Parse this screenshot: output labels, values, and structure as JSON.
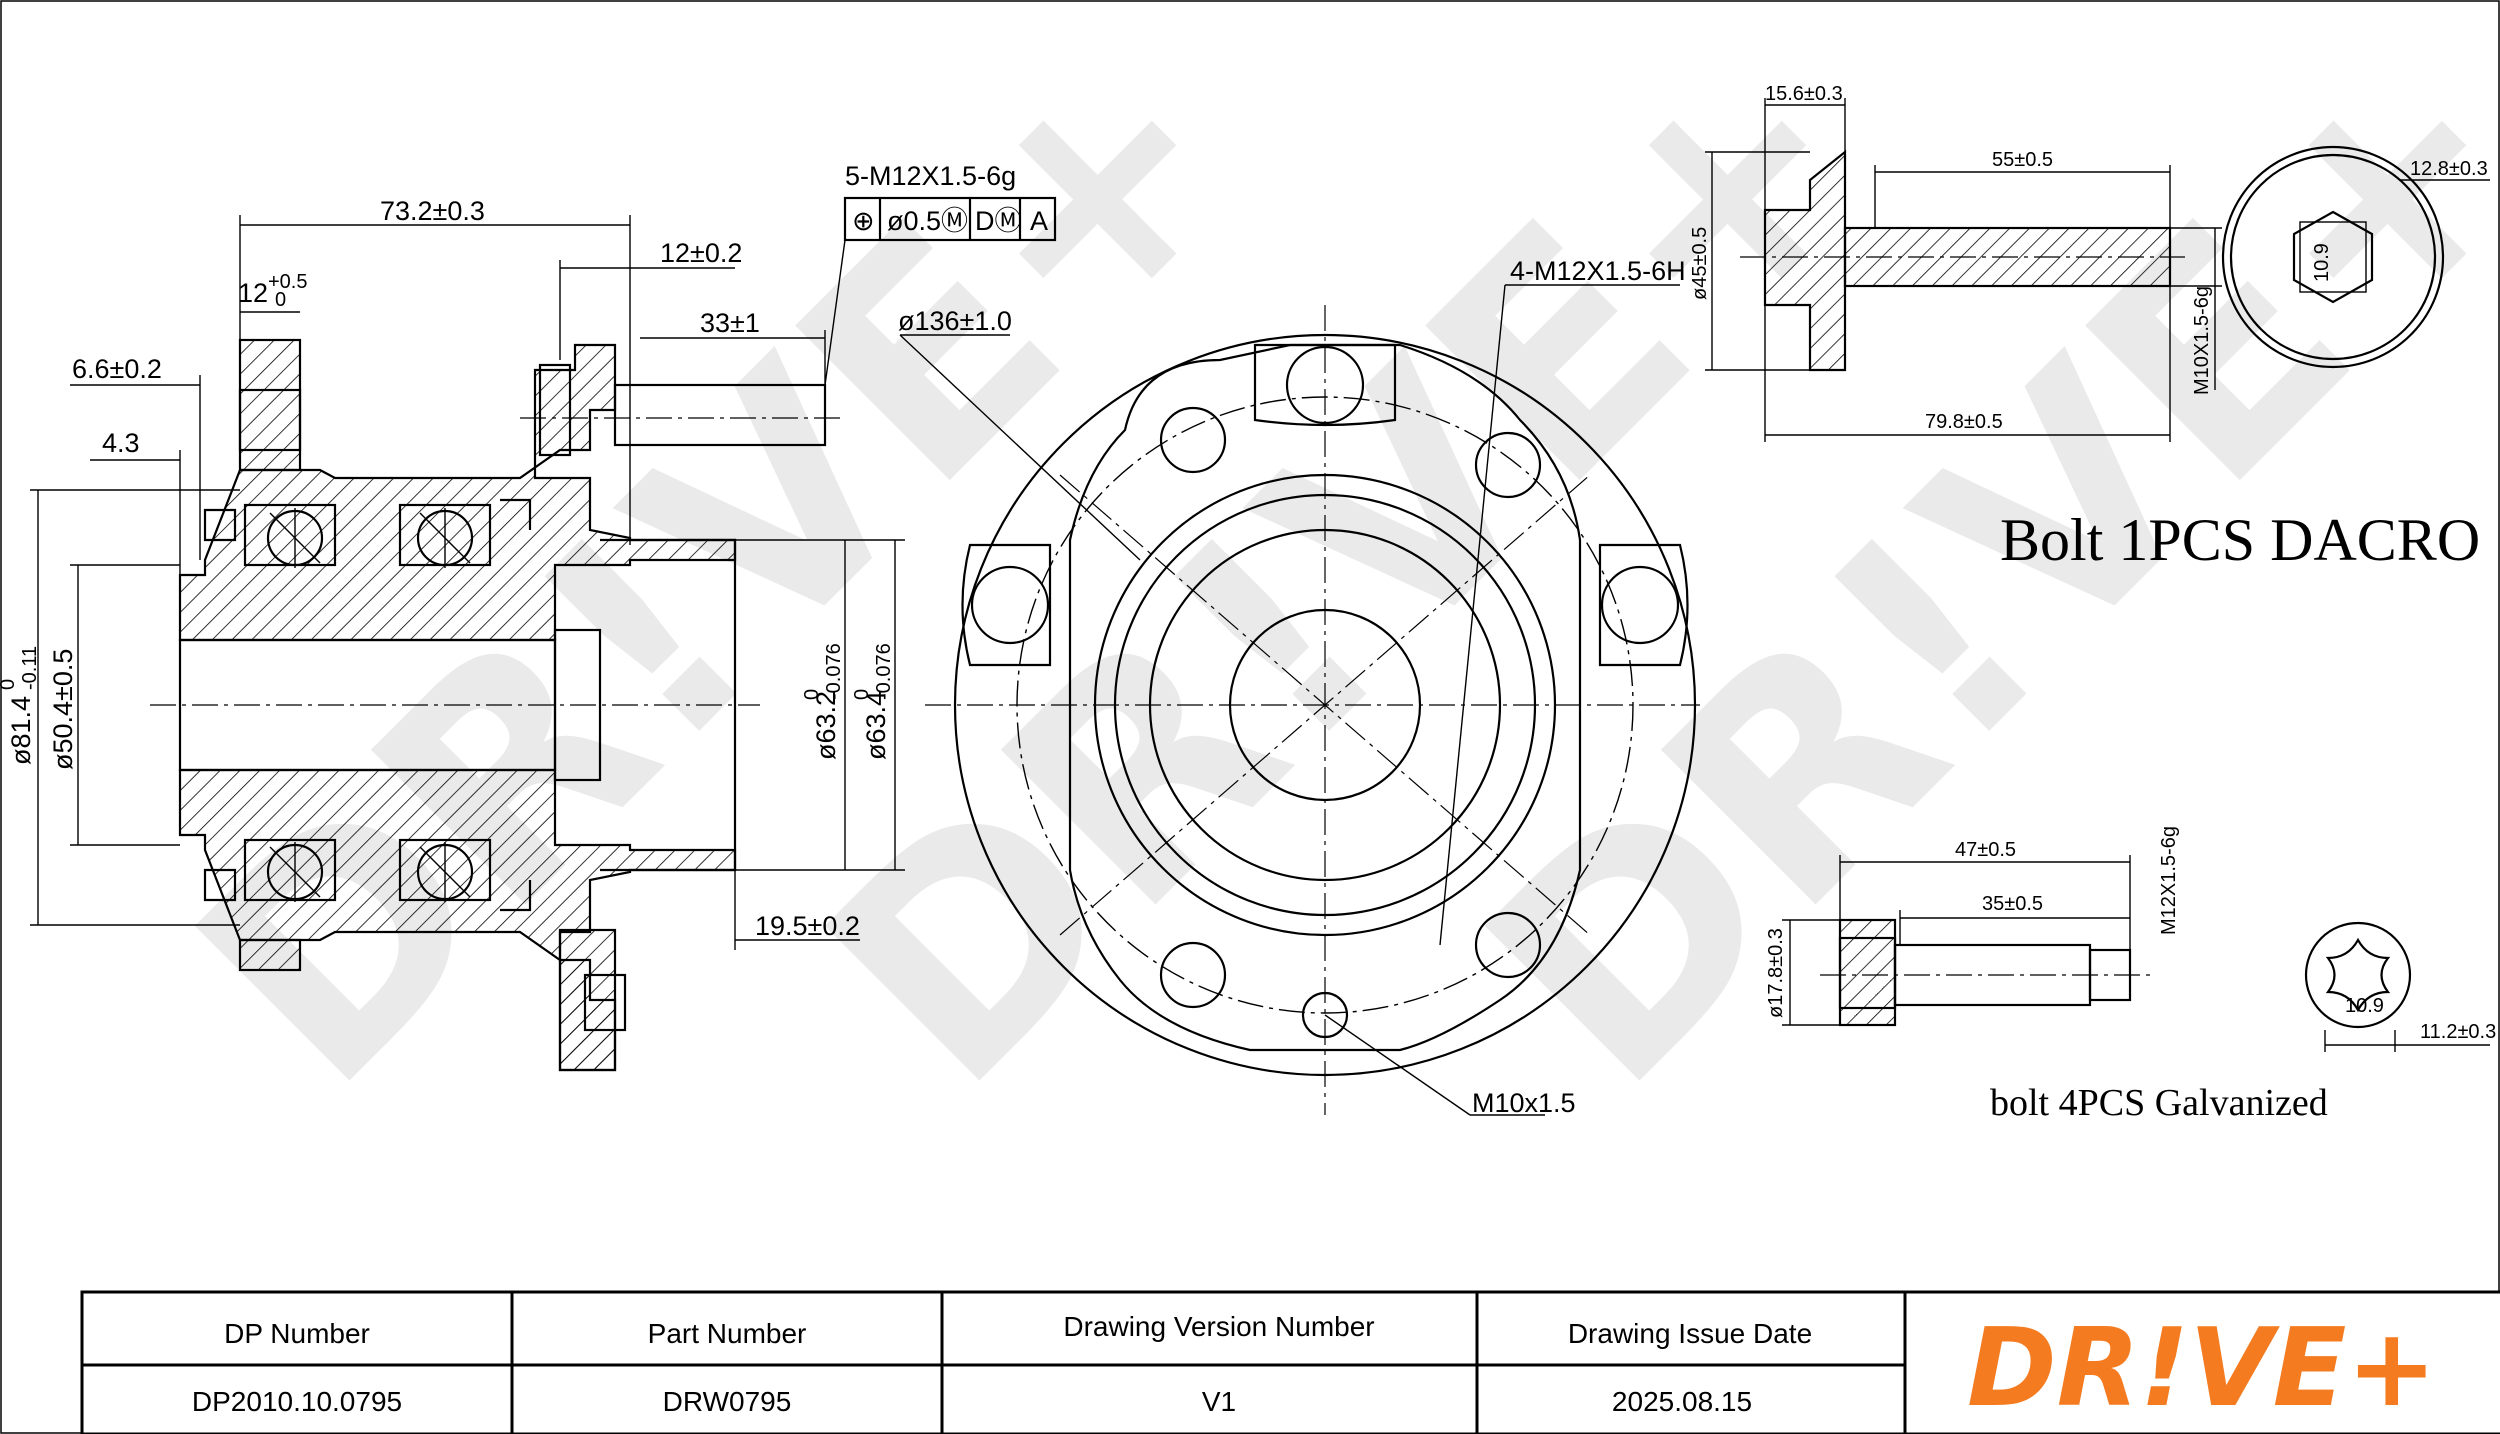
{
  "watermark": "DR!VE+",
  "left_view": {
    "dims": {
      "overall_width": "73.2±0.3",
      "flange_width": "12±0.2",
      "tab_width_main": "12",
      "tab_width_tol": "+0.5",
      "tab_width_tol2": "0",
      "stud_length": "33±1",
      "offset_1": "6.6±0.2",
      "offset_2": "4.3",
      "dia_outer_main": "ø81.4",
      "dia_outer_tol1": "0",
      "dia_outer_tol2": "-0.11",
      "dia_bore": "ø50.4±0.5",
      "dia_pilot_1_main": "ø63.2",
      "dia_pilot_1_tol1": "0",
      "dia_pilot_1_tol2": "-0.076",
      "dia_pilot_2_main": "ø63.4",
      "dia_pilot_2_tol1": "0",
      "dia_pilot_2_tol2": "-0.076",
      "pilot_length": "19.5±0.2"
    },
    "thread_callout": "5-M12X1.5-6g",
    "fcf": [
      "⊕",
      "ø0.5Ⓜ",
      "DⓂ",
      "A"
    ]
  },
  "front_view": {
    "pcd": "ø136±1.0",
    "holes": "4-M12X1.5-6H",
    "sensor_thread": "M10x1.5"
  },
  "bolt_1": {
    "head_width": "15.6±0.3",
    "shank_length": "55±0.5",
    "total_length": "79.8±0.5",
    "head_dia": "ø45±0.5",
    "thread": "M10X1.5-6g",
    "hex_size": "12.8±0.3",
    "grade": "10.9",
    "note": "Bolt 1PCS DACRO"
  },
  "bolt_2": {
    "total_length": "47±0.5",
    "thread_length": "35±0.5",
    "head_dia": "ø17.8±0.3",
    "thread": "M12X1.5-6g",
    "torx_size": "11.2±0.3",
    "grade": "10.9",
    "note": "bolt 4PCS  Galvanized"
  },
  "title_block": {
    "headers": [
      "DP Number",
      "Part Number",
      "Drawing Version Number",
      "Drawing Issue Date"
    ],
    "values": [
      "DP2010.10.0795",
      "DRW0795",
      "V1",
      "2025.08.15"
    ],
    "logo": "DR!VE+"
  },
  "colors": {
    "logo": "#f47b20",
    "watermark": "#d9d9d9",
    "ink": "#000000"
  }
}
